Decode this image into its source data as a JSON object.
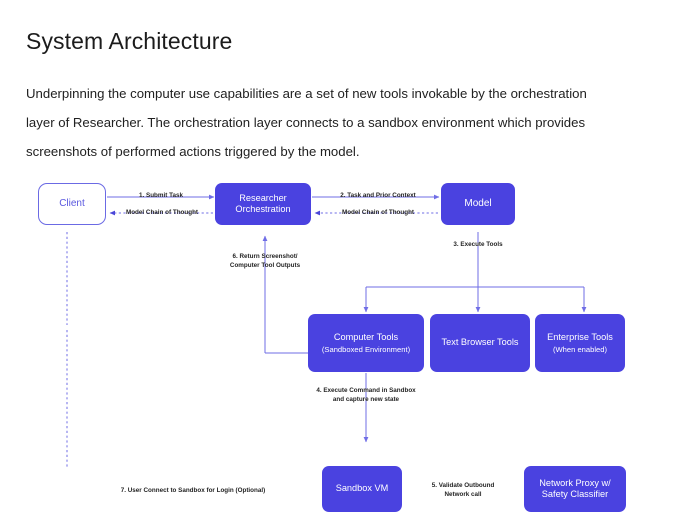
{
  "slide": {
    "title": "System Architecture",
    "paragraph": "Underpinning the computer use capabilities are a set of new tools invokable by the orchestration layer of Researcher.  The orchestration layer connects to a sandbox environment which provides screenshots of performed actions triggered by the model.",
    "colors": {
      "node_fill": "#4a42e0",
      "node_text": "#ffffff",
      "outline_border": "#6b6ae4",
      "outline_text": "#5a58df",
      "connector": "#6f6de6",
      "label_text": "#242424",
      "background": "#ffffff"
    }
  },
  "diagram": {
    "nodes": [
      {
        "id": "client",
        "label": "Client",
        "sublabel": "",
        "style": "outline"
      },
      {
        "id": "orchestration",
        "label": "Researcher",
        "sublabel": "Orchestration",
        "style": "filled"
      },
      {
        "id": "model",
        "label": "Model",
        "sublabel": "",
        "style": "filled"
      },
      {
        "id": "computer",
        "label": "Computer Tools",
        "sublabel": "(Sandboxed Environment)",
        "style": "filled"
      },
      {
        "id": "textbrowser",
        "label": "Text Browser Tools",
        "sublabel": "",
        "style": "filled"
      },
      {
        "id": "enterprise",
        "label": "Enterprise Tools",
        "sublabel": "(When enabled)",
        "style": "filled"
      },
      {
        "id": "sandboxvm",
        "label": "Sandbox VM",
        "sublabel": "",
        "style": "filled"
      },
      {
        "id": "proxy",
        "label": "Network Proxy w/",
        "sublabel": "Safety Classifier",
        "style": "filled"
      }
    ],
    "edge_labels": {
      "submit_task": "1. Submit Task",
      "chain_of_thought_1": "Model Chain of  Thought",
      "task_and_prior_context": "2. Task and Prior Context",
      "chain_of_thought_2": "Model Chain of  Thought",
      "execute_tools": "3. Execute Tools",
      "return_screenshot_line1": "6. Return Screenshot/",
      "return_screenshot_line2": "Computer Tool Outputs",
      "execute_command_line1": "4. Execute Command in Sandbox",
      "execute_command_line2": "and capture new state",
      "user_connect": "7. User Connect to Sandbox for Login (Optional)",
      "validate_outbound_line1": "5. Validate Outbound",
      "validate_outbound_line2": "Network call"
    }
  }
}
